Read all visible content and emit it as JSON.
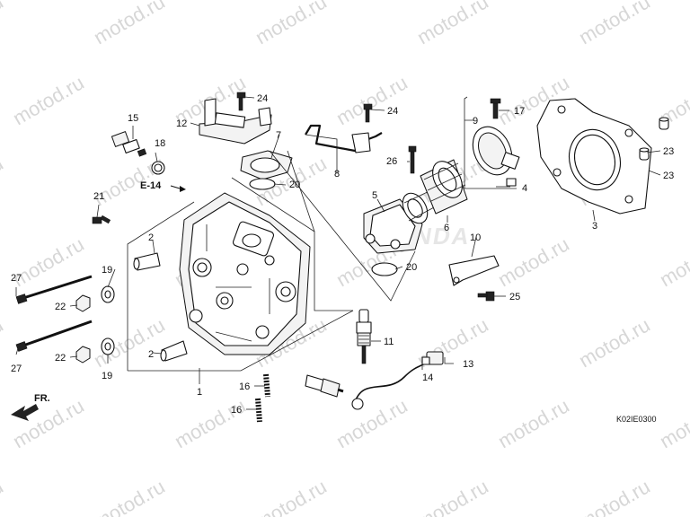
{
  "watermark": "motod.ru",
  "diagram_code": "K02IE0300",
  "front_label": "FR.",
  "ref_label": "E-14",
  "part_numbers": {
    "p1": "1",
    "p2a": "2",
    "p2b": "2",
    "p3": "3",
    "p4": "4",
    "p5": "5",
    "p6": "6",
    "p7": "7",
    "p8": "8",
    "p9": "9",
    "p10": "10",
    "p11": "11",
    "p12": "12",
    "p13": "13",
    "p14": "14",
    "p15": "15",
    "p16a": "16",
    "p16b": "16",
    "p17": "17",
    "p18": "18",
    "p19a": "19",
    "p19b": "19",
    "p20a": "20",
    "p20b": "20",
    "p21": "21",
    "p22a": "22",
    "p22b": "22",
    "p23a": "23",
    "p23b": "23",
    "p24a": "24",
    "p24b": "24",
    "p25": "25",
    "p26": "26",
    "p27a": "27",
    "p27b": "27"
  }
}
